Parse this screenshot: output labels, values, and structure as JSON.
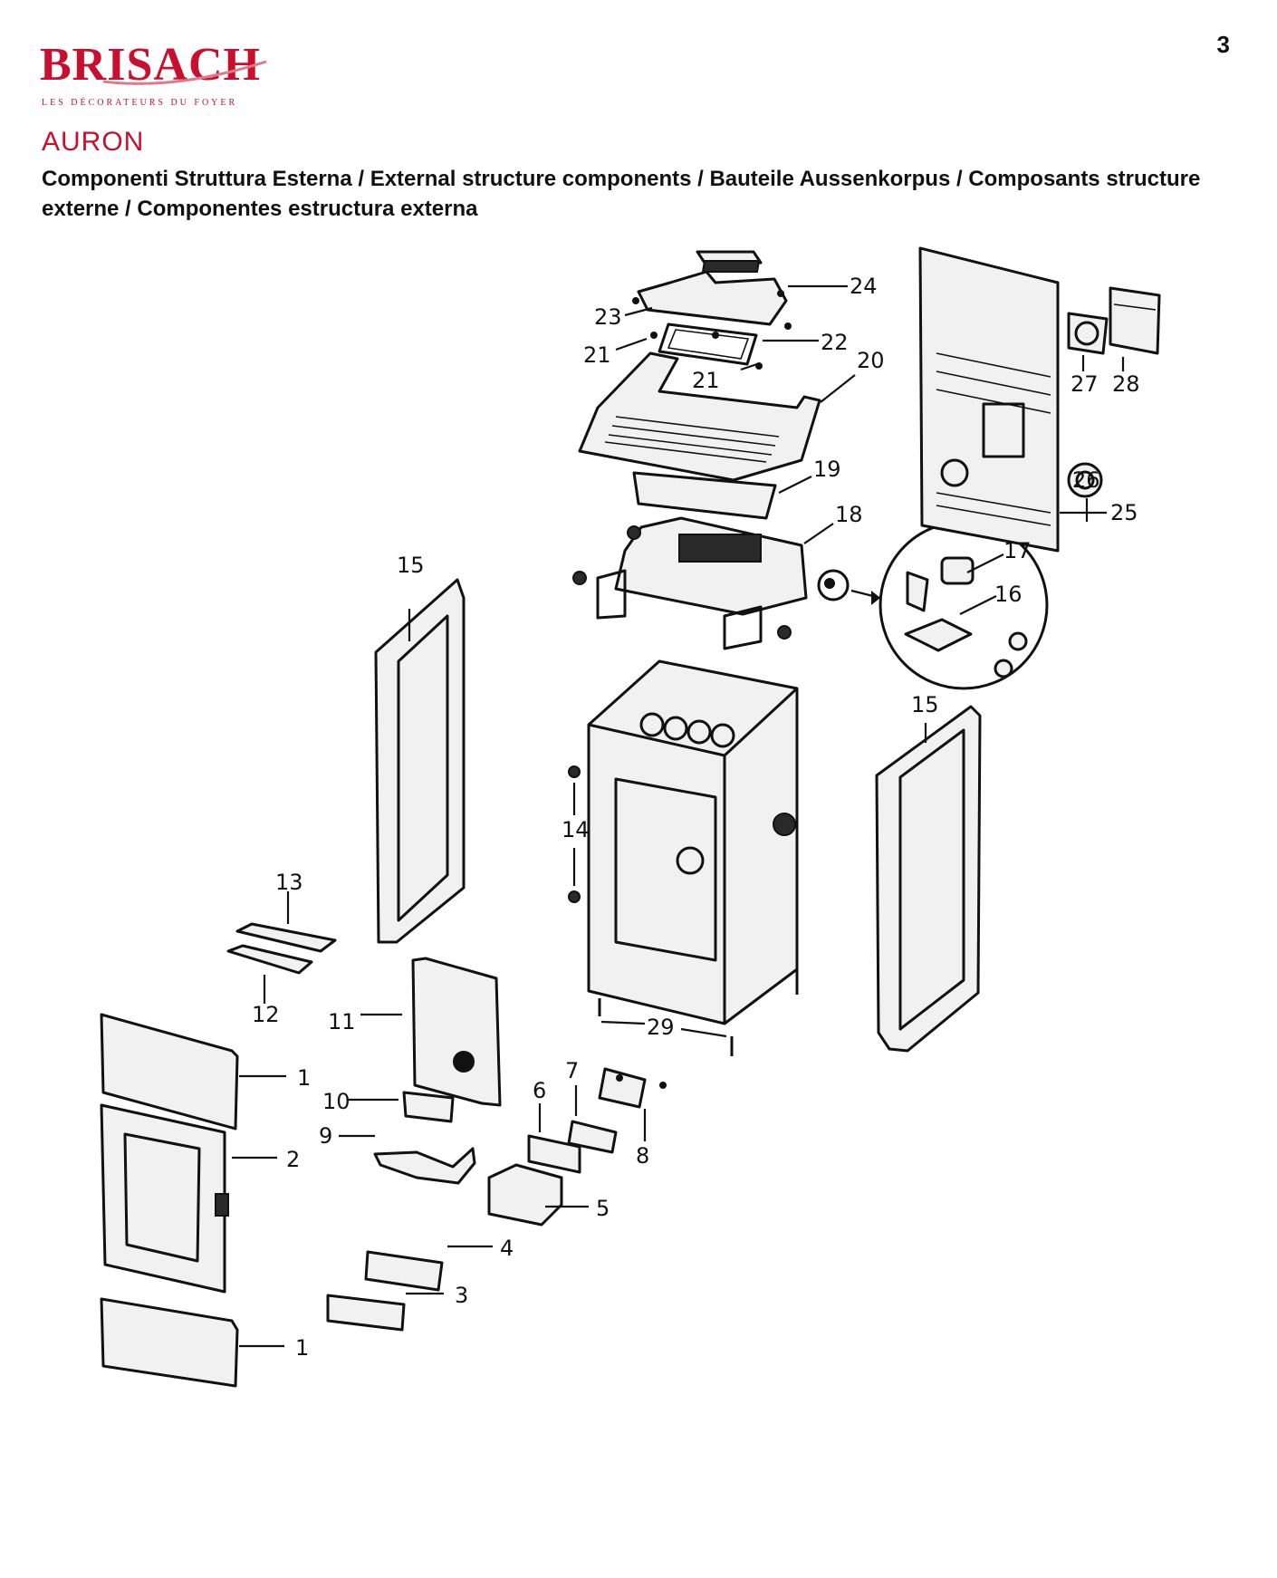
{
  "brand": {
    "name": "BRISACH",
    "tagline": "LES DÉCORATEURS DU FOYER"
  },
  "page_number": "3",
  "model": "AURON",
  "subtitle": "Componenti Struttura Esterna / External structure components / Bauteile Aussenkorpus / Composants structure externe / Componentes estructura externa",
  "part_labels": [
    "1",
    "2",
    "1",
    "3",
    "4",
    "5",
    "6",
    "7",
    "8",
    "9",
    "10",
    "11",
    "12",
    "13",
    "14",
    "15",
    "15",
    "16",
    "17",
    "18",
    "19",
    "20",
    "21",
    "21",
    "22",
    "23",
    "24",
    "25",
    "26",
    "27",
    "28",
    "29"
  ],
  "colors": {
    "brand_red": "#c8102e",
    "line": "#111111"
  }
}
